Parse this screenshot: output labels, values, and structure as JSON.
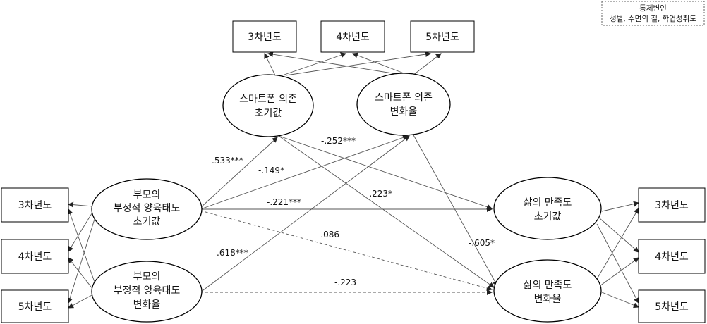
{
  "control_box": {
    "title": "통제변인",
    "items": "성별, 수면의 질, 학업성취도"
  },
  "observed": {
    "smart_3": "3차년도",
    "smart_4": "4차년도",
    "smart_5": "5차년도",
    "parent_3": "3차년도",
    "parent_4": "4차년도",
    "parent_5": "5차년도",
    "life_3": "3차년도",
    "life_4": "4차년도",
    "life_5": "5차년도"
  },
  "latent": {
    "smart_intercept": [
      "스마트폰 의존",
      "초기값"
    ],
    "smart_slope": [
      "스마트폰 의존",
      "변화율"
    ],
    "parent_intercept": [
      "부모의",
      "부정적 양육태도",
      "초기값"
    ],
    "parent_slope": [
      "부모의",
      "부정적 양육태도",
      "변화율"
    ],
    "life_intercept": [
      "삶의 만족도",
      "초기값"
    ],
    "life_slope": [
      "삶의 만족도",
      "변화율"
    ]
  },
  "paths": {
    "pi_si": ".533***",
    "pi_ss": "-.149*",
    "pi_li": "-.221***",
    "pi_ls": "-.086",
    "ps_si": ".618***",
    "ps_ls": "-.223",
    "si_li": "-.252***",
    "si_ls": "-.223*",
    "ss_ls": "-.605*"
  }
}
